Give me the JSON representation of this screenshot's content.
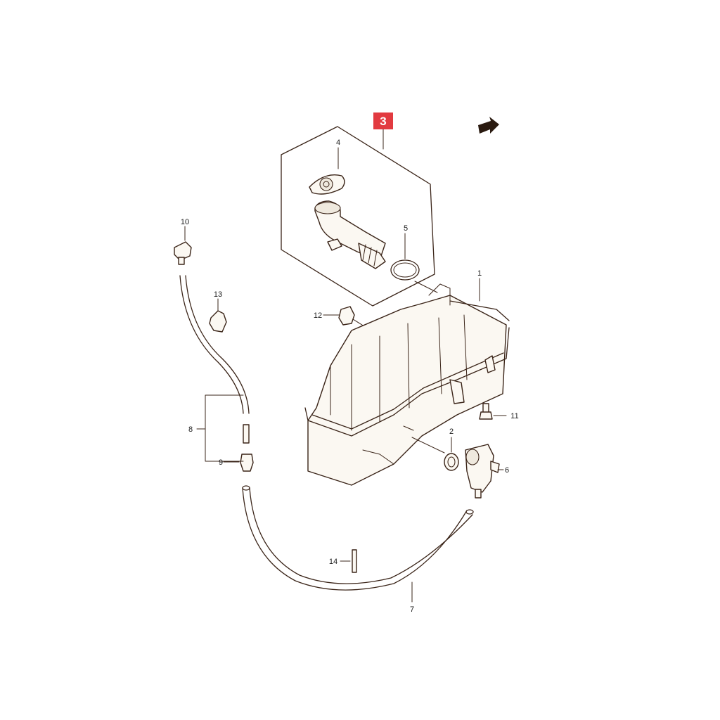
{
  "callout": {
    "label": "3",
    "color": "#e23a40"
  },
  "line_color": "#3a2418",
  "parts": [
    {
      "id": "1",
      "label": "1"
    },
    {
      "id": "2",
      "label": "2"
    },
    {
      "id": "4",
      "label": "4"
    },
    {
      "id": "5",
      "label": "5"
    },
    {
      "id": "6",
      "label": "6"
    },
    {
      "id": "7",
      "label": "7"
    },
    {
      "id": "8",
      "label": "8"
    },
    {
      "id": "9",
      "label": "9"
    },
    {
      "id": "10",
      "label": "10"
    },
    {
      "id": "11",
      "label": "11"
    },
    {
      "id": "12",
      "label": "12"
    },
    {
      "id": "13",
      "label": "13"
    },
    {
      "id": "14",
      "label": "14"
    }
  ],
  "icons": {
    "front_direction": "arrow-front-icon"
  }
}
